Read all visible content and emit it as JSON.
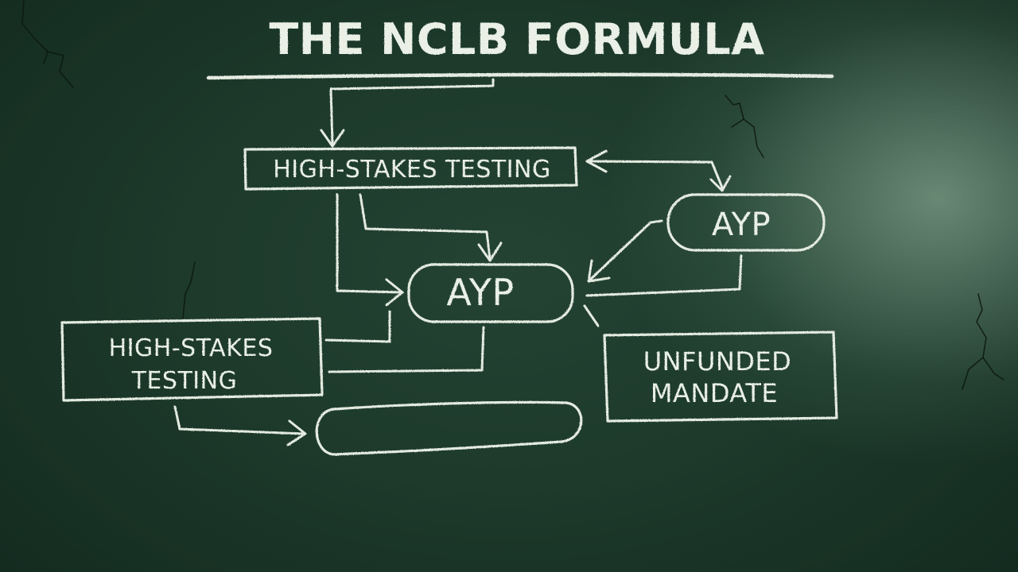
{
  "title": "THE NCLB FORMULA",
  "nodes": {
    "testing_top": "HIGH-STAKES TESTING",
    "ayp_right": "AYP",
    "ayp_center": "AYP",
    "testing_left_line1": "HIGH-STAKES",
    "testing_left_line2": "TESTING",
    "unfunded_line1": "UNFUNDED",
    "unfunded_line2": "MANDATE",
    "empty_pill": ""
  },
  "colors": {
    "chalkboard": "#1d3a2b",
    "chalk": "#eaf0e6"
  }
}
